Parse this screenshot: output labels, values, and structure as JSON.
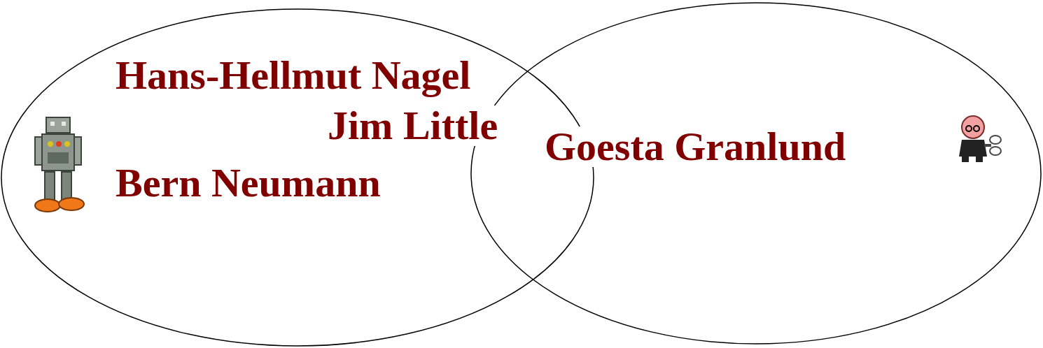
{
  "diagram": {
    "nodes": [
      {
        "text": [
          "Hans-Hellmut Nagel",
          "Jim Little",
          "Bern Neumann"
        ]
      },
      {
        "text": [
          "Goesta Granlund"
        ]
      }
    ]
  }
}
